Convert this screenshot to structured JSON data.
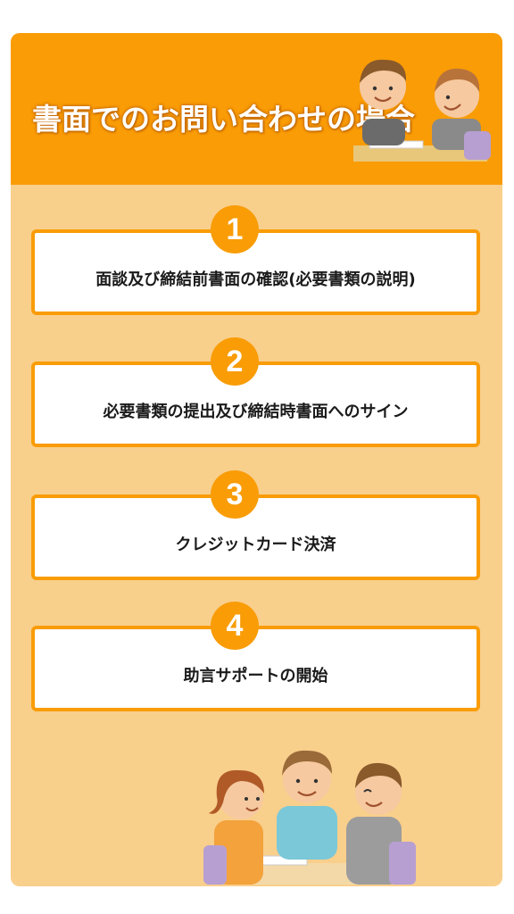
{
  "header": {
    "title": "書面でのお問い合わせの場合"
  },
  "steps": [
    {
      "number": "1",
      "label": "面談及び締結前書面の確認(必要書類の説明)"
    },
    {
      "number": "2",
      "label": "必要書類の提出及び締結時書面へのサイン"
    },
    {
      "number": "3",
      "label": "クレジットカード決済"
    },
    {
      "number": "4",
      "label": "助言サポートの開始"
    }
  ],
  "colors": {
    "accent": "#f99c06",
    "background": "#f9cf8c",
    "card": "#ffffff"
  }
}
